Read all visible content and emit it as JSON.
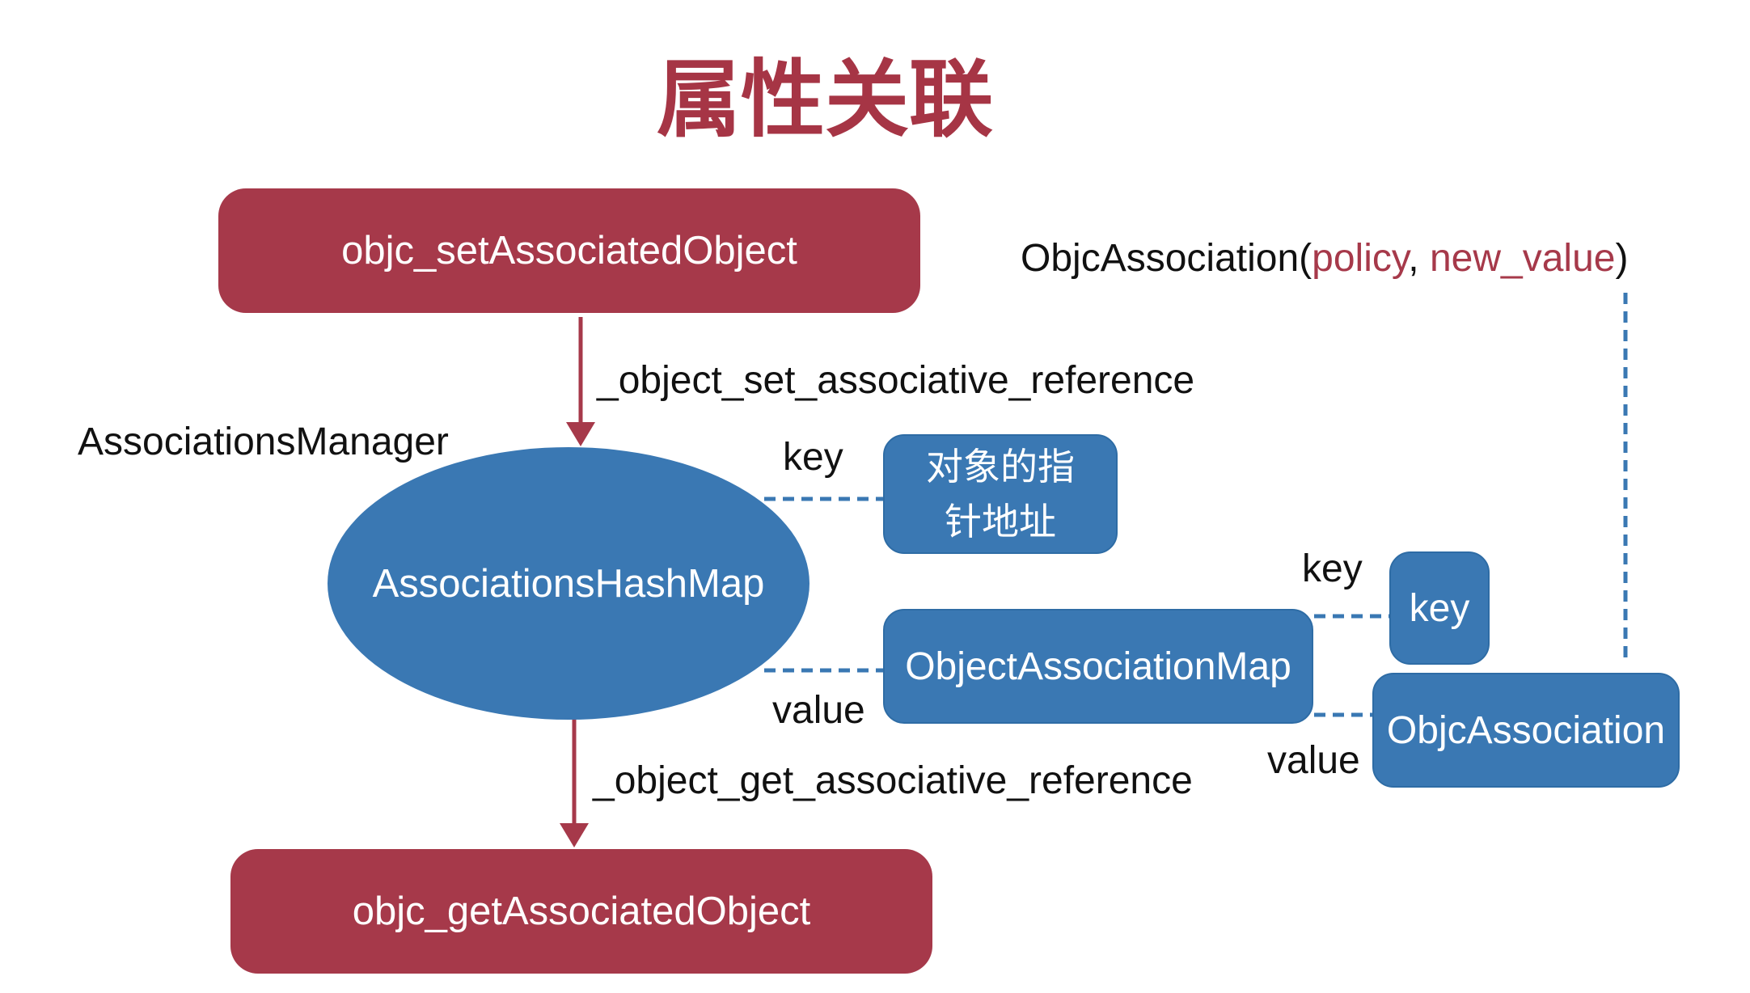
{
  "title": "属性关联",
  "nodes": {
    "set_function": "objc_setAssociatedObject",
    "get_function": "objc_getAssociatedObject",
    "hash_map": "AssociationsHashMap",
    "object_pointer": "对象的指针地址",
    "object_association_map": "ObjectAssociationMap",
    "key_box": "key",
    "objc_association": "ObjcAssociation"
  },
  "labels": {
    "manager": "AssociationsManager",
    "set_reference": "_object_set_associative_reference",
    "get_reference": "_object_get_associative_reference",
    "key_1": "key",
    "value_1": "value",
    "key_2": "key",
    "value_2": "value"
  },
  "constructor": {
    "name": "ObjcAssociation(",
    "arg1": "policy",
    "sep": ", ",
    "arg2": "new_value",
    "close": ")"
  },
  "colors": {
    "title_red": "#a63545",
    "function_box": "#a6394a",
    "map_blue": "#3a78b3",
    "dashed_connector": "#3a78b3",
    "arrow": "#a6394a"
  }
}
